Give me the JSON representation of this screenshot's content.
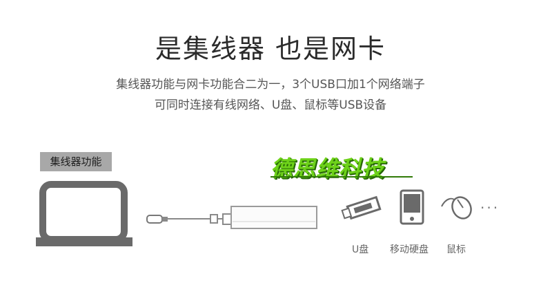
{
  "header": {
    "title": "是集线器 也是网卡",
    "subtitle_line1": "集线器功能与网卡功能合二为一，3个USB口加1个网络端子",
    "subtitle_line2": "可同时连接有线网络、U盘、鼠标等USB设备"
  },
  "badge": {
    "label": "集线器功能"
  },
  "watermark": {
    "text": "德思维科技"
  },
  "devices": {
    "usb_label": "U盘",
    "hdd_label": "移动硬盘",
    "mouse_label": "鼠标",
    "more": "···"
  },
  "colors": {
    "badge_bg": "#a8a8a8",
    "watermark": "#6ed21a",
    "device_stroke": "#6a6a6a"
  }
}
